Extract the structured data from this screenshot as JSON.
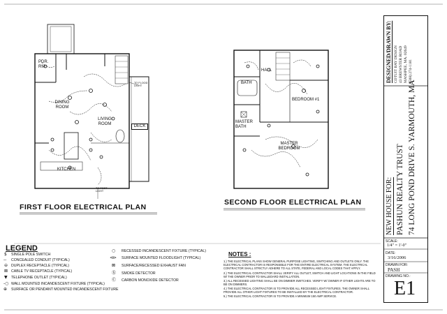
{
  "first_floor": {
    "title": "FIRST FLOOR ELECTRICAL PLAN",
    "rooms": [
      "PDR. RM.",
      "DINING ROOM",
      "LIVING ROOM",
      "DECK",
      "KITCHEN"
    ],
    "annotations": [
      "TO FLOOD LIGHT",
      "TO POST LIGHT"
    ]
  },
  "second_floor": {
    "title": "SECOND FLOOR ELECTRICAL PLAN",
    "rooms": [
      "HALL",
      "BATH",
      "BEDROOM #1",
      "MASTER BATH",
      "MASTER BEDROOM"
    ]
  },
  "legend": {
    "title": "LEGEND",
    "left_items": [
      {
        "icon": "single-pole-switch-icon",
        "glyph": "$",
        "label": "SINGLE POLE SWITCH"
      },
      {
        "icon": "concealed-conduit-icon",
        "glyph": "--",
        "label": "CONCEALED CONDUIT (TYPICAL)"
      },
      {
        "icon": "duplex-receptacle-icon",
        "glyph": "⊖",
        "label": "DUPLEX RECEPTACLE (TYPICAL)"
      },
      {
        "icon": "cable-tv-receptacle-icon",
        "glyph": "⊠",
        "label": "CABLE TV RECEPTACLE (TYPICAL)"
      },
      {
        "icon": "telephone-outlet-icon",
        "glyph": "▼",
        "label": "TELEPHONE OUTLET (TYPICAL)"
      },
      {
        "icon": "wall-mounted-fixture-icon",
        "glyph": "-○",
        "label": "WALL MOUNTED INCANDESCENT FIXTURE (TYPICAL)"
      },
      {
        "icon": "surface-pendant-fixture-icon",
        "glyph": "⊕",
        "label": "SURFACE OR PENDANT MOUNTED INCANDESCENT FIXTURE"
      }
    ],
    "right_items": [
      {
        "icon": "recessed-fixture-icon",
        "glyph": "○",
        "label": "RECESSED INCANDESCENT FIXTURE (TYPICAL)"
      },
      {
        "icon": "floodlight-icon",
        "glyph": "⊲⊳",
        "label": "SURFACE MOUNTED FLOODLIGHT (TYPICAL)"
      },
      {
        "icon": "exhaust-fan-icon",
        "glyph": "⊠",
        "label": "SURFACE/RECESSED EXHAUST FAN"
      },
      {
        "icon": "smoke-detector-icon",
        "glyph": "Ⓢ",
        "label": "SMOKE DETECTOR"
      },
      {
        "icon": "co-detector-icon",
        "glyph": "Ⓒ",
        "label": "CARBON MONOXIDE DETECTOR"
      }
    ]
  },
  "notes": {
    "title": "NOTES :",
    "items": [
      "1.) THE ELECTRICAL PLANS SHOW GENERAL PURPOSE LIGHTING, SWITCHING AND OUTLETS ONLY. THE ELECTRICAL CONTRACTOR IS RESPONSIBLE FOR THE ENTIRE ELECTRICAL SYSTEM. THE ELECTRICAL CONTRACTOR SHALL STRICTLY ADHERE TO ALL STATE, FEDERAL AND LOCAL CODES THAT APPLY.",
      "2.) THE ELECTRICAL CONTRACTOR SHALL VERIFY ALL OUTLET, SWITCH AND LIGHT LOCATIONS IN THE FIELD W/ THE OWNER PRIOR TO WALLBOARD INSTALLATION.",
      "3.) ALL RECESSED LIGHTING SHALL BE ON DIMMER SWITCHES. VERIFY W/ OWNER IF OTHER LIGHTS ARE TO BE ON DIMMERS.",
      "4.) THE ELECTRICAL CONTRACTOR IS TO PROVIDE ALL RECESSED LIGHT FIXTURES. THE OWNER SHALL PROVIDE ALL OTHER LIGHT FIXTURES TO BE INSTALLED BY THE ELECTRICAL CONTRACTOR.",
      "5.) THE ELECTRICAL CONTRACTOR IS TO PROVIDE A MINIMUM 150 AMP SERVICE."
    ]
  },
  "title_block": {
    "designed_by_label": "DESIGNED/DRAWN BY:",
    "designer_lines": [
      "COTUIT BAY DESIGN",
      "43 BREWSTER ROAD",
      "MASHPEE, MA. 02649",
      "(508) 274-1181"
    ],
    "new_house_for": "NEW HOUSE FOR:",
    "client": "PASHUN REALTY TRUST",
    "address": "74 LONG POND DRIVE S. YARMOUTH, MA",
    "scale_label": "SCALE:",
    "scale_value": "1/4\" = 1'-0\"",
    "date_label": "DATE:",
    "date_value": "3/16/2006",
    "drawn_label": "DRAWN FOR:",
    "drawn_value": "PASH",
    "drawing_no_label": "DRAWING NO.:",
    "drawing_no": "E1"
  }
}
